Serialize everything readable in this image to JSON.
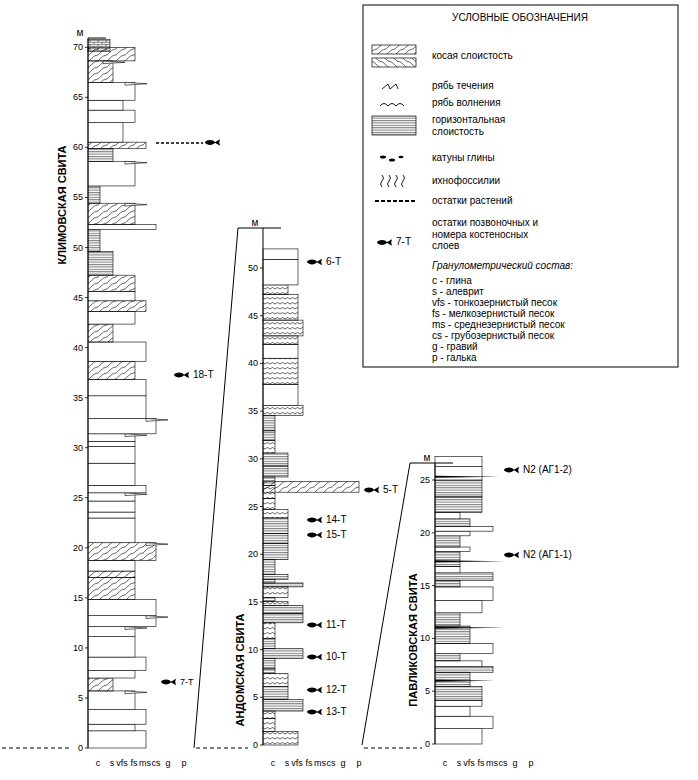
{
  "diagram": {
    "labels": [
      "УСЛОВНЫЕ ОБОЗНАЧЕНИЯ",
      "7-Т",
      "Гранулометрический состав:",
      "c - глина",
      "s - алеврит",
      "vfs - тонкозернистый песок",
      "fs - мелкозернистый песок",
      "ms - среднезернистый песок",
      "cs - грубозернистый песок",
      "g - гравий",
      "p - галька",
      "КЛИМОВСКАЯ СВИТА",
      "АНДОМСКАЯ СВИТА",
      "ПАВЛИКОВСКАЯ СВИТА",
      "м",
      "м",
      "м",
      "0",
      "5",
      "10",
      "15",
      "20",
      "25",
      "30",
      "35",
      "40",
      "45",
      "50",
      "55",
      "60",
      "65",
      "70",
      "0",
      "5",
      "10",
      "15",
      "20",
      "25",
      "30",
      "35",
      "40",
      "45",
      "50",
      "0",
      "5",
      "10",
      "15",
      "20",
      "25",
      "c",
      "s",
      "vfs",
      "fs",
      "ms",
      "cs",
      "g",
      "p",
      "c",
      "s",
      "vfs",
      "fs",
      "ms",
      "cs",
      "g",
      "p",
      "c",
      "s",
      "vfs",
      "fs",
      "ms",
      "cs",
      "g",
      "p",
      "7-Т",
      "18-Т",
      "6-Т",
      "5-Т",
      "14-Т",
      "15-Т",
      "11-Т",
      "10-Т",
      "12-Т",
      "13-Т",
      "N2 (АГ1-2)",
      "N2 (АГ1-1)"
    ],
    "legend": [
      {
        "text": "косая слоистость"
      },
      {
        "text": "рябь течения"
      },
      {
        "text": "рябь волнения"
      },
      {
        "text": "горизонтальная слоистость"
      },
      {
        "text": "катуны глины"
      },
      {
        "text": "ихнофоссилии"
      },
      {
        "text": "остатки растений"
      },
      {
        "text": "остатки позвоночных и номера костеносных слоев"
      }
    ]
  }
}
